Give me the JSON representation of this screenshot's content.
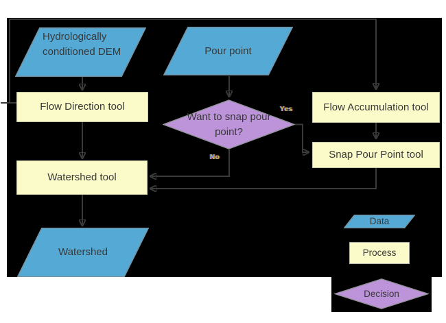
{
  "diagram": {
    "title_hint": "Watershed delineation flowchart",
    "nodes": {
      "dem": {
        "label": "Hydrologically conditioned DEM",
        "type": "data"
      },
      "pour_point": {
        "label": "Pour point",
        "type": "data"
      },
      "flow_direction": {
        "label": "Flow Direction tool",
        "type": "process"
      },
      "flow_accumulation": {
        "label": "Flow Accumulation tool",
        "type": "process"
      },
      "snap_pour_point": {
        "label": "Snap Pour Point tool",
        "type": "process"
      },
      "decision": {
        "label": "Want to snap pour point?",
        "type": "decision"
      },
      "watershed_tool": {
        "label": "Watershed tool",
        "type": "process"
      },
      "watershed": {
        "label": "Watershed",
        "type": "data"
      }
    },
    "edge_labels": {
      "yes": "Yes",
      "no": "No"
    },
    "edges": [
      {
        "from": "dem",
        "to": "flow_direction"
      },
      {
        "from": "flow_direction",
        "to": "flow_accumulation",
        "route": "left-up-over-top"
      },
      {
        "from": "flow_direction",
        "to": "watershed_tool"
      },
      {
        "from": "pour_point",
        "to": "decision"
      },
      {
        "from": "decision",
        "to": "snap_pour_point",
        "label": "Yes"
      },
      {
        "from": "decision",
        "to": "watershed_tool",
        "label": "No"
      },
      {
        "from": "flow_accumulation",
        "to": "snap_pour_point"
      },
      {
        "from": "snap_pour_point",
        "to": "watershed_tool"
      },
      {
        "from": "watershed_tool",
        "to": "watershed"
      }
    ],
    "legend": [
      {
        "label": "Data",
        "type": "data"
      },
      {
        "label": "Process",
        "type": "process"
      },
      {
        "label": "Decision",
        "type": "decision"
      }
    ],
    "colors": {
      "data_fill": "#55a9d5",
      "process_fill": "#fbfbc9",
      "decision_fill": "#bd93da",
      "connector": "#3a3a3a",
      "canvas_background": "#000000",
      "page_background": "#ffffff",
      "label_text": "#383838"
    }
  }
}
